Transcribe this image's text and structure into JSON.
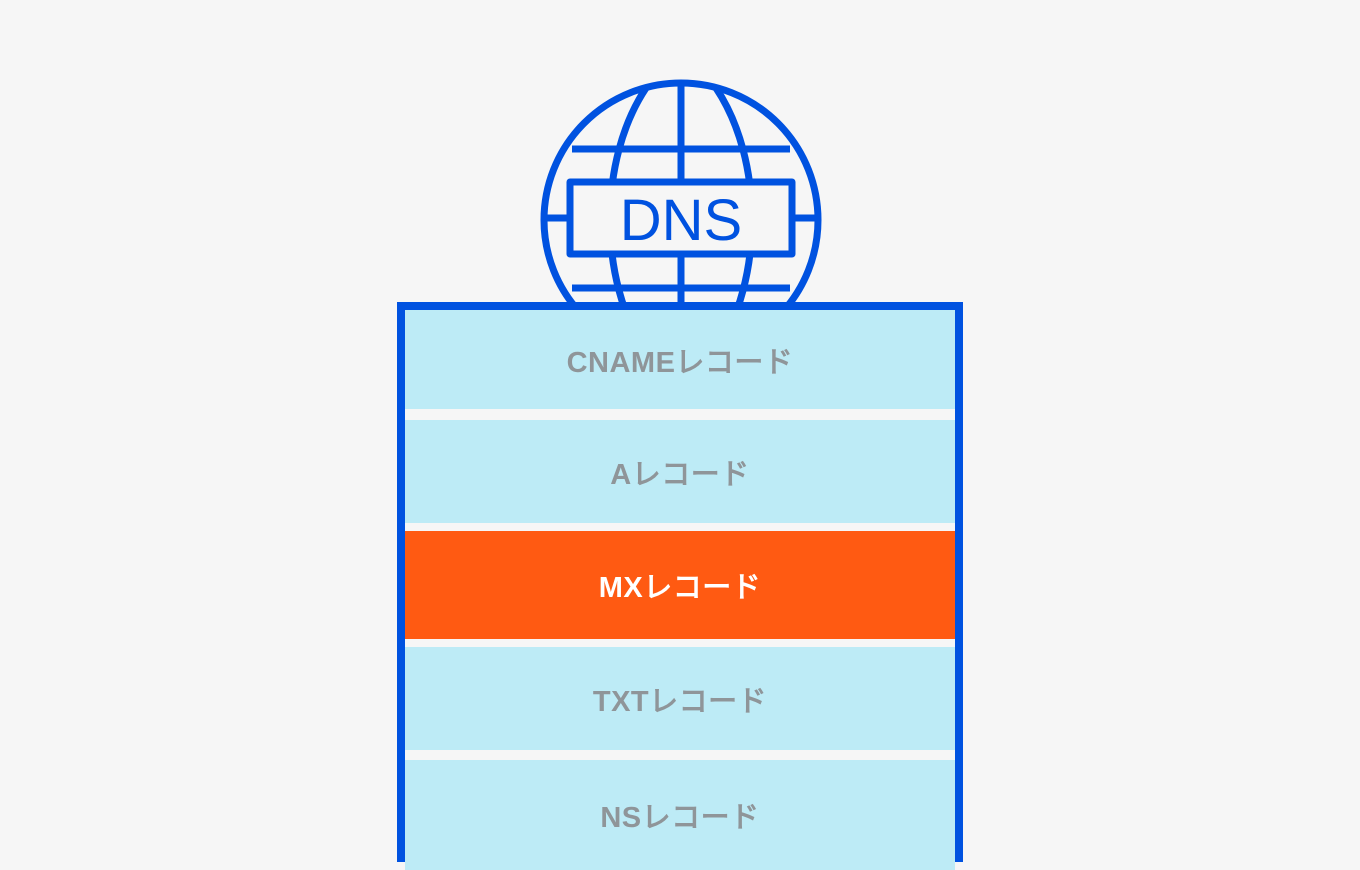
{
  "diagram": {
    "globe": {
      "icon": "globe-icon",
      "label": "DNS",
      "color": "#0052e0"
    },
    "records": [
      {
        "label": "CNAMEレコード",
        "highlighted": false
      },
      {
        "label": "Aレコード",
        "highlighted": false
      },
      {
        "label": "MXレコード",
        "highlighted": true
      },
      {
        "label": "TXTレコード",
        "highlighted": false
      },
      {
        "label": "NSレコード",
        "highlighted": false
      }
    ],
    "colors": {
      "accent": "#0052e0",
      "row_bg": "#bdebf6",
      "highlight_bg": "#ff5a12",
      "row_text": "#8f9599",
      "highlight_text": "#ffffff",
      "page_bg": "#f6f6f6"
    }
  }
}
